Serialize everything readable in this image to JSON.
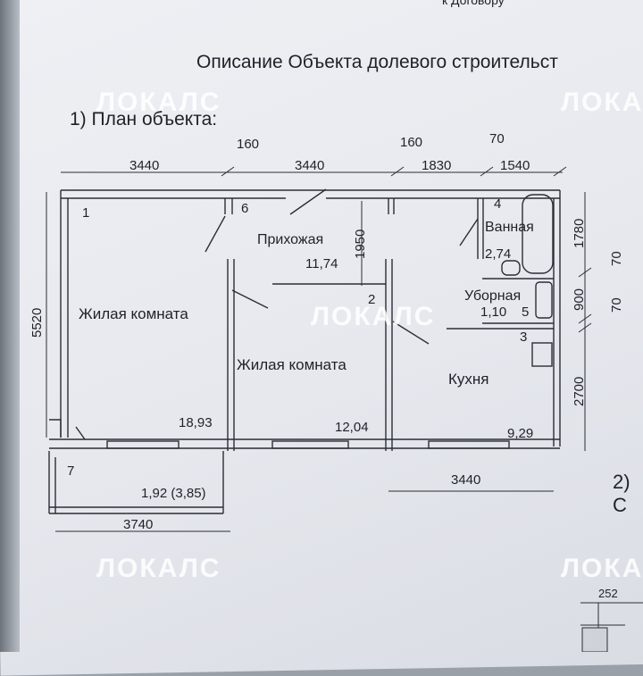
{
  "header": {
    "ref_text": "к Договору",
    "title": "Описание Объекта долевого строительст",
    "section1": "1) План объекта:",
    "section2": "2) С"
  },
  "dimensions": {
    "d3440_a": "3440",
    "d160_a": "160",
    "d3440_b": "3440",
    "d160_b": "160",
    "d1830": "1830",
    "d70_top": "70",
    "d1540": "1540",
    "d5520": "5520",
    "d1950": "1950",
    "d1780": "1780",
    "d70_r1": "70",
    "d900": "900",
    "d70_r2": "70",
    "d2700": "2700",
    "d3440_bottom": "3440",
    "d3740": "3740"
  },
  "rooms": [
    {
      "num": "1",
      "name": "Жилая комната",
      "area": "18,93"
    },
    {
      "num": "6",
      "name": "Прихожая",
      "area": "11,74"
    },
    {
      "num": "2",
      "name": "Жилая комната",
      "area": "12,04"
    },
    {
      "num": "4",
      "name": "Ванная",
      "area": "2,74"
    },
    {
      "num": "5",
      "name": "Уборная",
      "area": "1,10"
    },
    {
      "num": "3",
      "name": "Кухня",
      "area": "9,29"
    },
    {
      "num": "7",
      "name": "",
      "area": "1,92 (3,85)"
    }
  ],
  "watermark": "ЛОКАЛС",
  "corner_label": "252"
}
